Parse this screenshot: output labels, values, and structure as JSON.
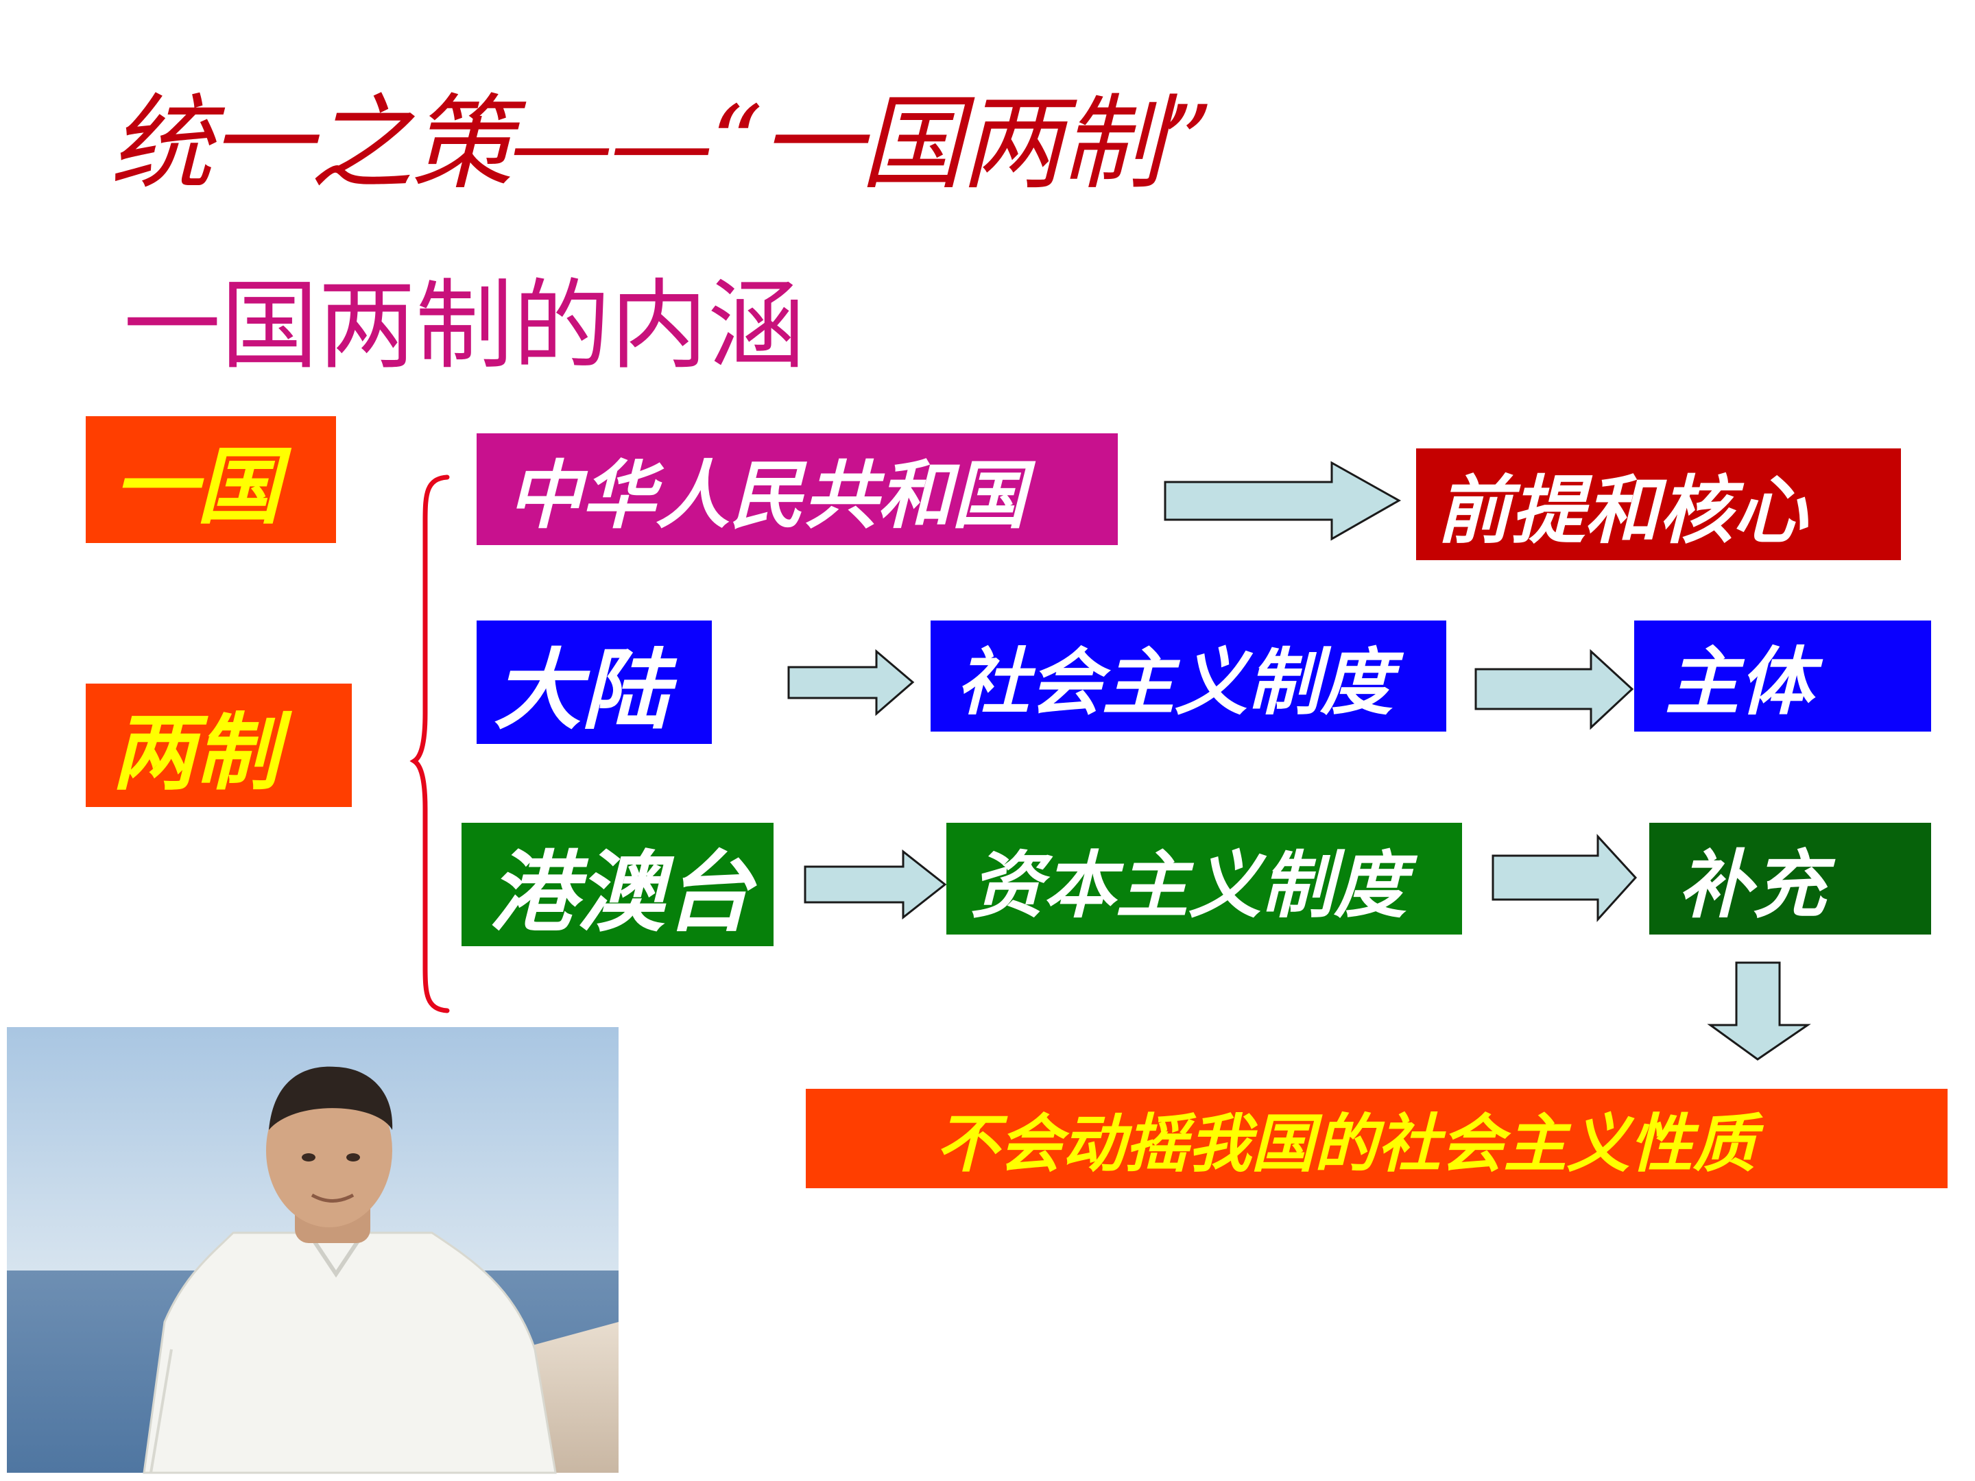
{
  "title": "统一之策——“一国两制”",
  "subtitle": "一国两制的内涵",
  "left_labels": {
    "one_country": "一国",
    "two_systems": "两制"
  },
  "rows": {
    "prc": {
      "source": "中华人民共和国",
      "result": "前提和核心"
    },
    "mainland": {
      "source": "大陆",
      "system": "社会主义制度",
      "role": "主体"
    },
    "hmt": {
      "source": "港澳台",
      "system": "资本主义制度",
      "role": "补充"
    }
  },
  "conclusion": "不会动摇我国的社会主义性质",
  "colors": {
    "title": "#c0000d",
    "subtitle": "#c8117b",
    "orange_red": "#ff3e00",
    "magenta": "#c8118e",
    "dark_red": "#c50000",
    "blue": "#0a00ff",
    "green": "#06800a",
    "dark_green": "#06620a",
    "arrow_fill": "#c1e0e4",
    "brace": "#e5061b"
  },
  "icons": {
    "arrow": "right-arrow-icon",
    "down_arrow": "down-arrow-icon",
    "brace": "curly-brace"
  }
}
